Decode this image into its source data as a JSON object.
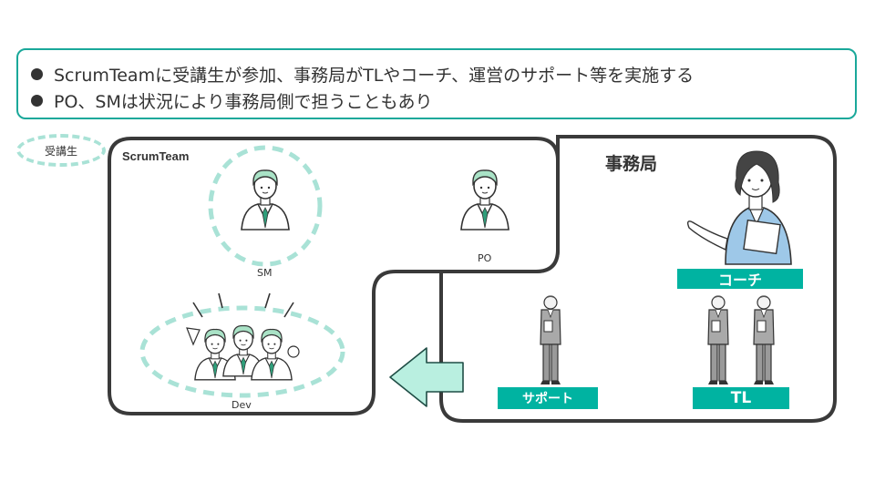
{
  "bullets": [
    "ScrumTeamに受講生が参加、事務局がTLやコーチ、運営のサポート等を実施する",
    "PO、SMは状況により事務局側で担うこともあり"
  ],
  "legend": {
    "label": "受講生"
  },
  "scrum_team": {
    "title": "ScrumTeam",
    "sm_label": "SM",
    "po_label": "PO",
    "dev_label": "Dev"
  },
  "office": {
    "title": "事務局",
    "coach_label": "コーチ",
    "support_label": "サポート",
    "tl_label": "TL"
  },
  "colors": {
    "accent": "#00b3a1",
    "dashed": "#a9e2d6",
    "arrow_fill": "#b9efe0",
    "border_dark": "#3a3a3a"
  }
}
